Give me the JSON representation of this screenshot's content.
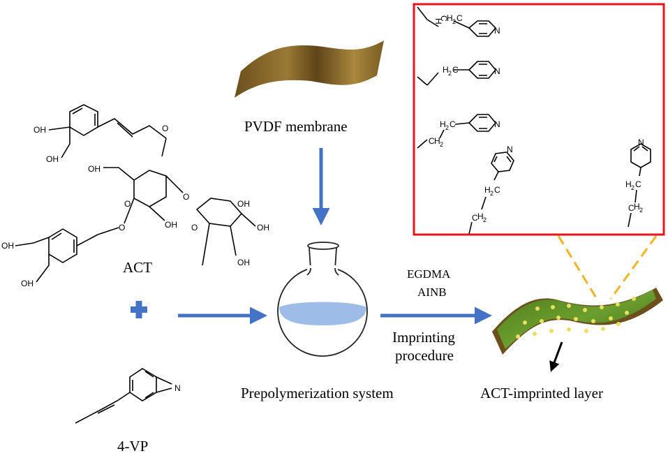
{
  "labels": {
    "pvdf": "PVDF membrane",
    "act": "ACT",
    "vp": "4-VP",
    "egdma": "EGDMA",
    "ainb": "AINB",
    "imprinting": "Imprinting",
    "procedure": "procedure",
    "prepolymerization": "Prepolymerization system",
    "imprinted_layer": "ACT-imprinted layer"
  },
  "chem": {
    "oh": "OH",
    "n": "N",
    "c": "C",
    "h": "H",
    "two": "2",
    "o": "O"
  },
  "colors": {
    "arrow": "#4472c4",
    "inset_border": "#e8141b",
    "dashed": "#f0b428",
    "membrane": "#8a6a2a",
    "layer_green": "#5a8a22",
    "liquid": "#9dbde8",
    "dots": "#e8e060"
  }
}
